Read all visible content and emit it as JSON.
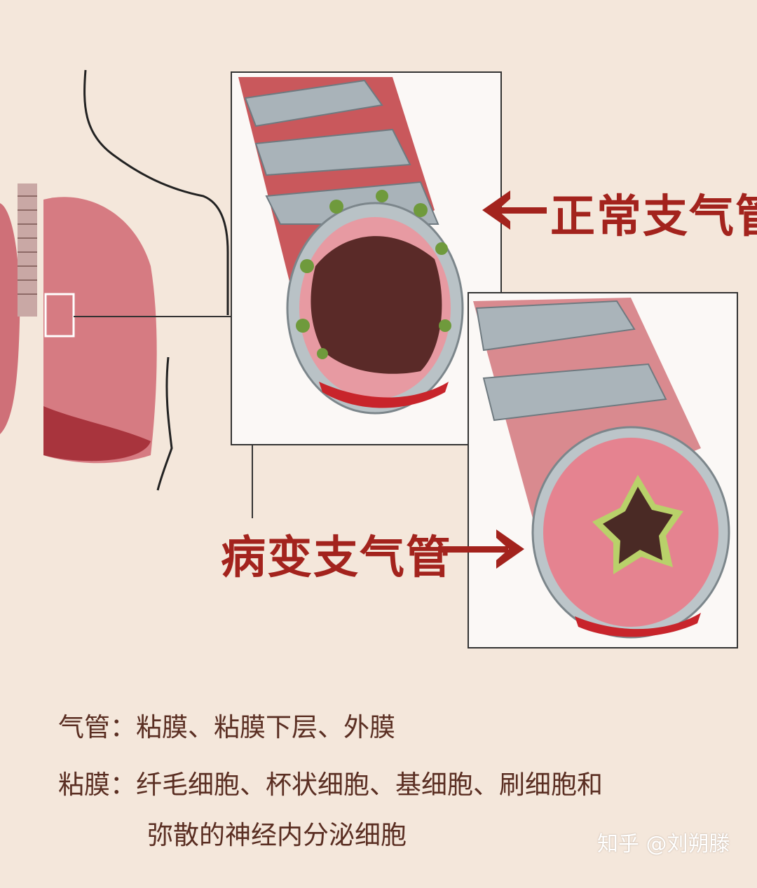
{
  "labels": {
    "normal_bronchus": "正常支气管",
    "diseased_bronchus": "病变支气管"
  },
  "description": [
    {
      "term": "气管：",
      "text": "粘膜、粘膜下层、外膜"
    },
    {
      "term": "粘膜：",
      "text": "纤毛细胞、杯状细胞、基细胞、刷细胞和"
    },
    {
      "term": "",
      "text": "弥散的神经内分泌细胞"
    }
  ],
  "watermark": "知乎 @刘朔滕",
  "colors": {
    "background": "#f4e7db",
    "label_red": "#a3231d",
    "text_brown": "#5a2e22"
  }
}
